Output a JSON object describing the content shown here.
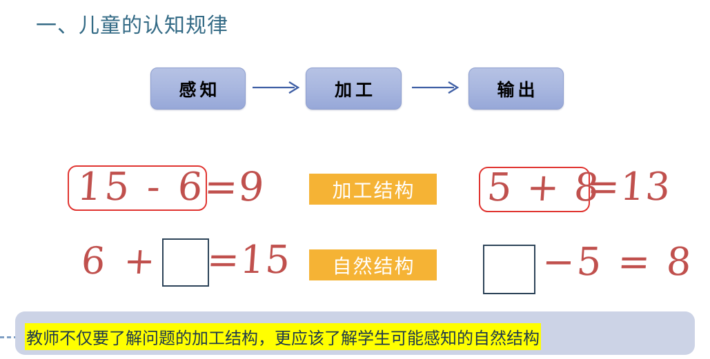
{
  "slide": {
    "title": "一、儿童的认知规律",
    "title_color": "#336a85",
    "background": "#ffffff"
  },
  "flow": {
    "box_fill_top": "#b6c2e4",
    "box_fill_bottom": "#97a8d8",
    "arrow_color": "#3f5fa5",
    "arrow_icon": "arrow-right-icon",
    "boxes": [
      {
        "label": "感知"
      },
      {
        "label": "加工"
      },
      {
        "label": "输出"
      }
    ]
  },
  "equations": {
    "ink_color": "#c0504d",
    "capsule_color": "#e0332f",
    "box_color": "#2b4257",
    "left_column": [
      {
        "capsule_text": "15 - 6",
        "tail_text": "=9",
        "has_empty_box": false
      },
      {
        "lead_text": "6  +",
        "tail_text": "=15",
        "has_empty_box": true
      }
    ],
    "right_column": [
      {
        "capsule_text": "5 + 8",
        "tail_text": "=13",
        "has_empty_box": false
      },
      {
        "tail_text": "−5 = 8",
        "has_empty_box": true
      }
    ]
  },
  "tags": {
    "fill": "#f5b335",
    "text_color": "#ffffff",
    "items": [
      {
        "label": "加工结构"
      },
      {
        "label": "自然结构"
      }
    ]
  },
  "banner": {
    "background": "#ccd3e6",
    "highlight": "#ffff00",
    "text_color": "#1f3a4a",
    "text": "教师不仅要了解问题的加工结构，更应该了解学生可能感知的自然结构"
  }
}
